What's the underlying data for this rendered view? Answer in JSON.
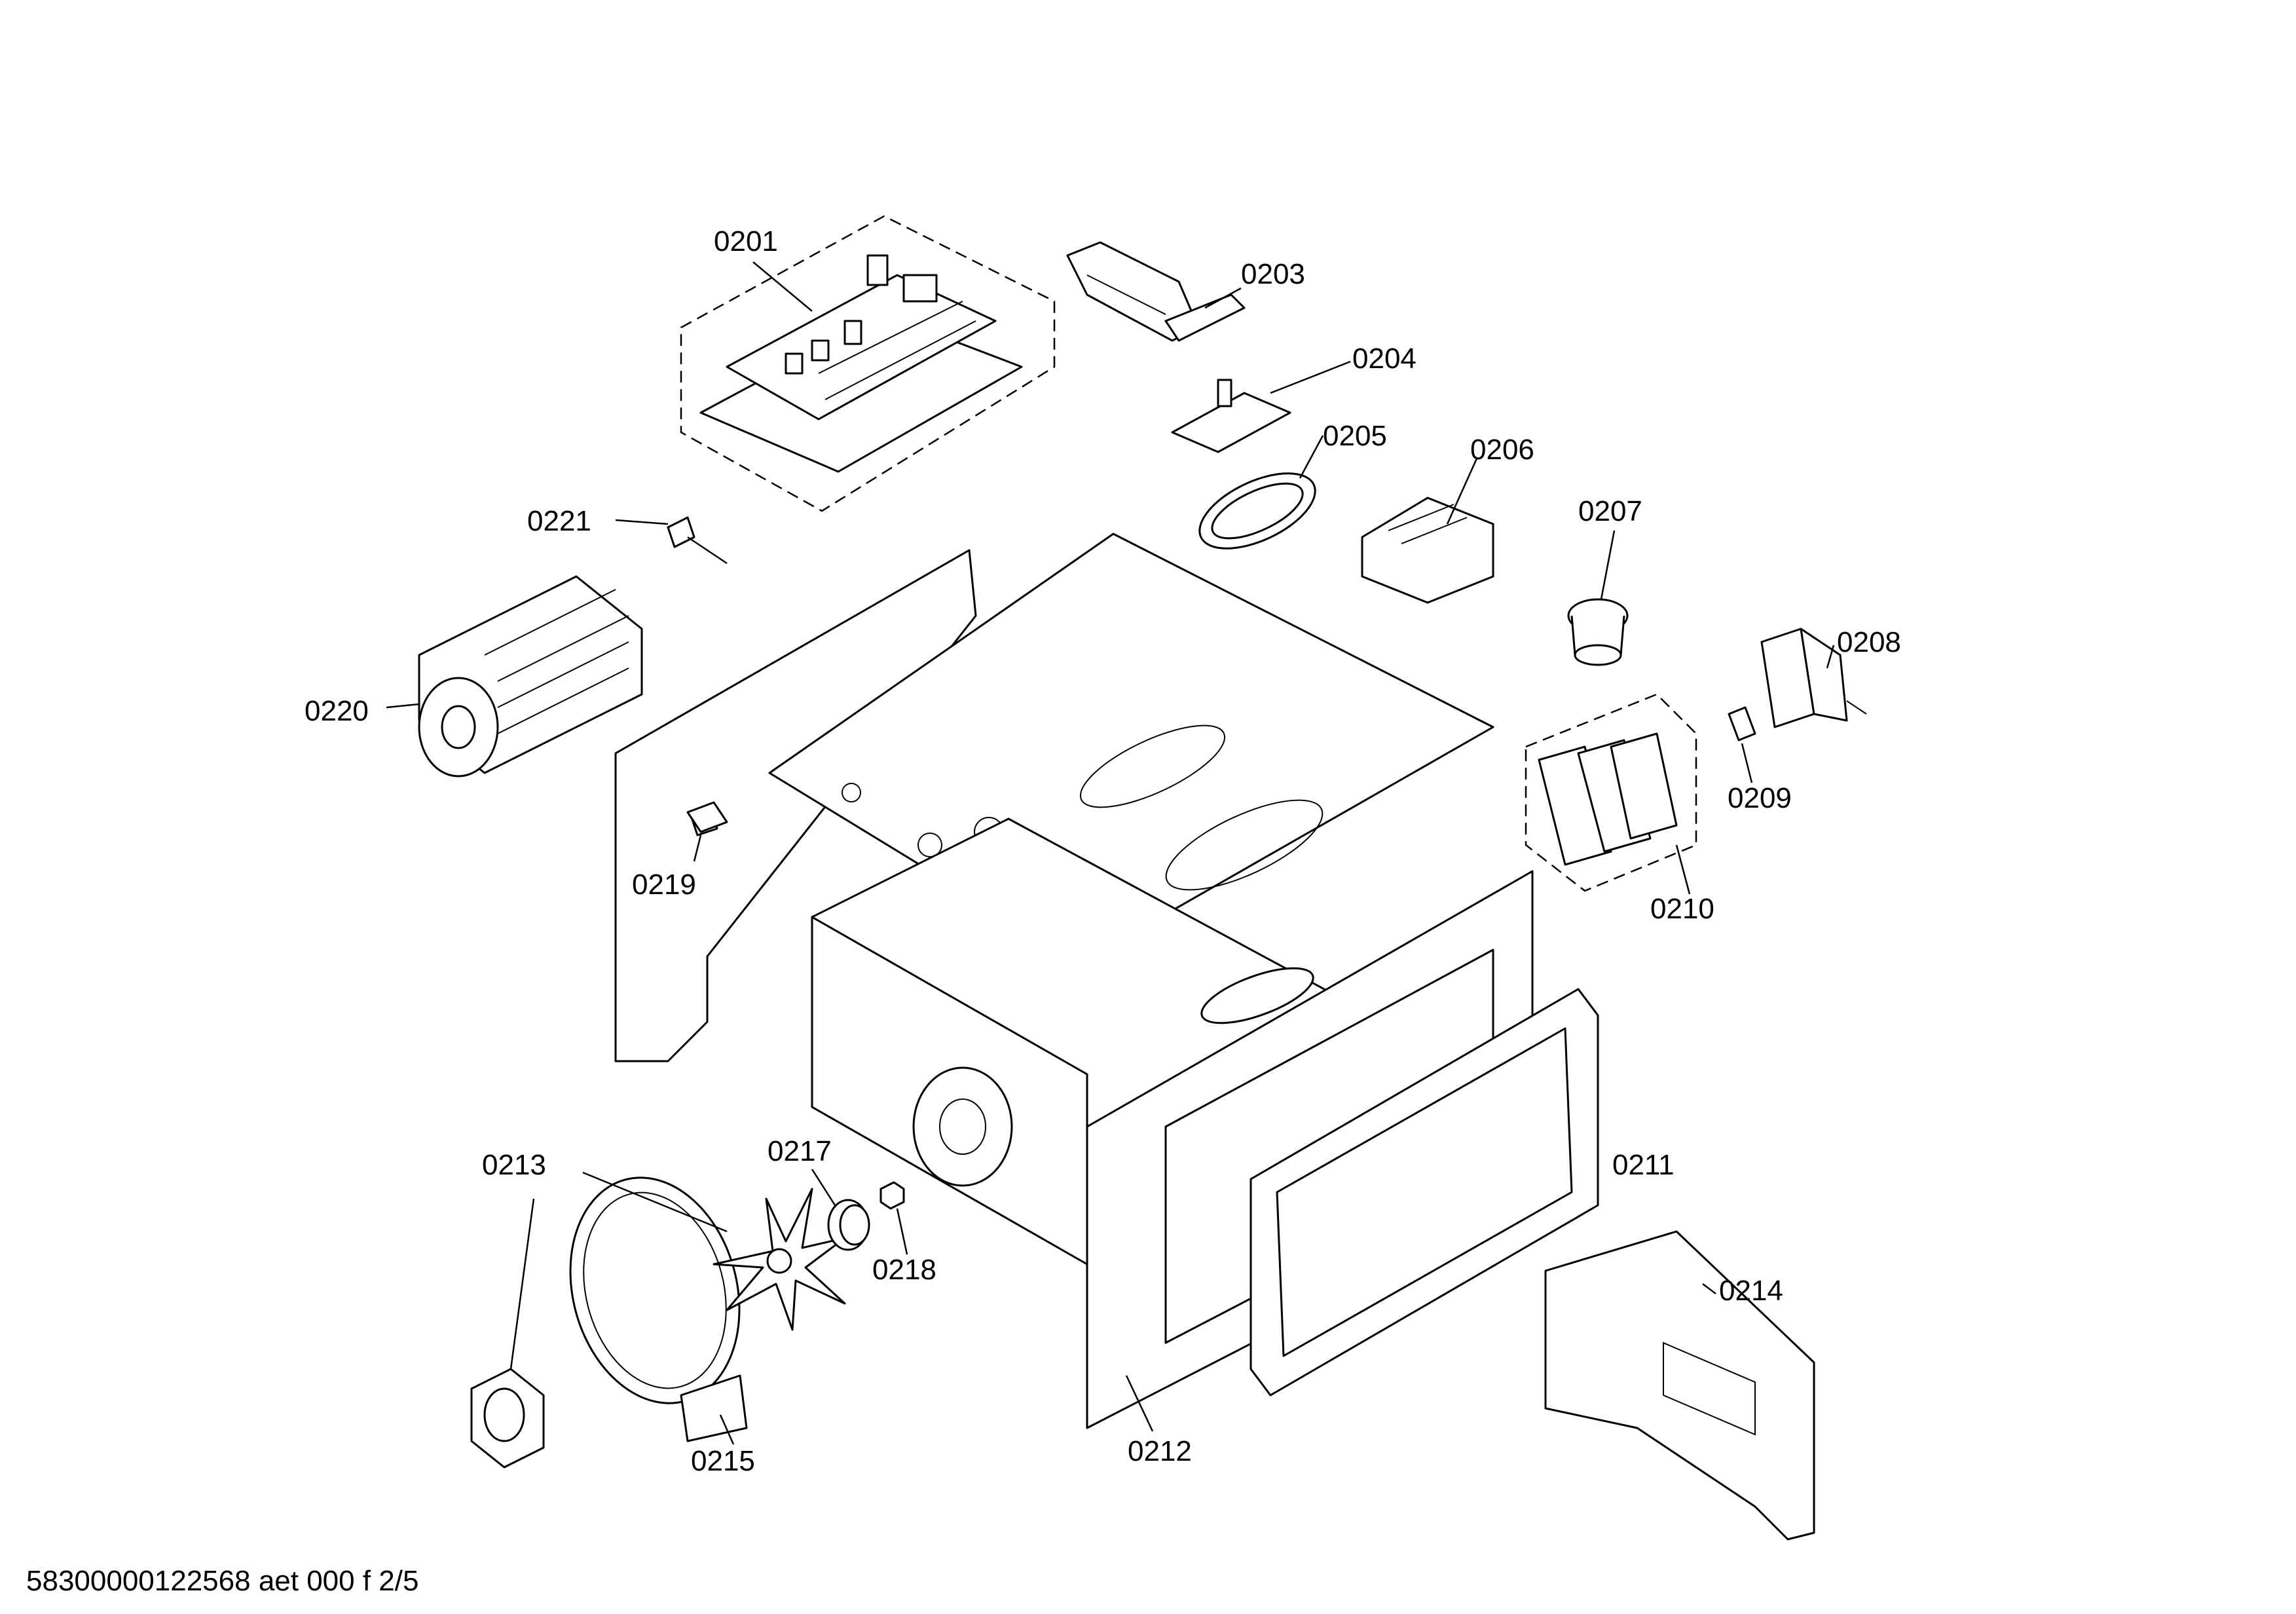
{
  "parts": [
    {
      "id": "0201"
    },
    {
      "id": "0203"
    },
    {
      "id": "0204"
    },
    {
      "id": "0205"
    },
    {
      "id": "0206"
    },
    {
      "id": "0207"
    },
    {
      "id": "0208"
    },
    {
      "id": "0209"
    },
    {
      "id": "0210"
    },
    {
      "id": "0211"
    },
    {
      "id": "0212"
    },
    {
      "id": "0213"
    },
    {
      "id": "0214"
    },
    {
      "id": "0215"
    },
    {
      "id": "0217"
    },
    {
      "id": "0218"
    },
    {
      "id": "0219"
    },
    {
      "id": "0220"
    },
    {
      "id": "0221"
    }
  ],
  "footer": "58300000122568 aet 000 f 2/5"
}
